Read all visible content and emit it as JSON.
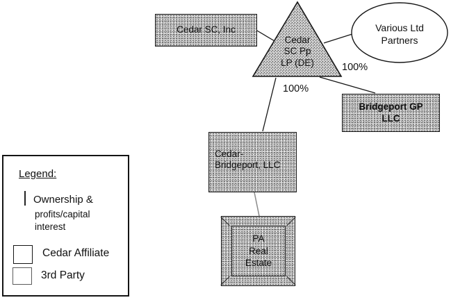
{
  "diagram": {
    "nodes": {
      "cedar_sc_inc": {
        "label": "Cedar SC, Inc",
        "shape": "rect",
        "fill": "shaded"
      },
      "cedar_sc_pp_lp": {
        "label": "Cedar\nSC Pp\nLP (DE)",
        "shape": "triangle",
        "fill": "shaded"
      },
      "various_ltd_partners": {
        "label": "Various Ltd\nPartners",
        "shape": "ellipse",
        "fill": "white"
      },
      "bridgeport_gp_llc": {
        "label": "Bridgeport GP\nLLC",
        "shape": "rect",
        "fill": "shaded"
      },
      "cedar_bridgeport_llc": {
        "label": "Cedar-\nBridgeport, LLC",
        "shape": "rect",
        "fill": "shaded"
      },
      "pa_real_estate": {
        "label": "PA\nReal\nEstate",
        "shape": "framed-box",
        "fill": "shaded"
      }
    },
    "edges": {
      "inc_to_lp": {
        "from": "cedar_sc_inc",
        "to": "cedar_sc_pp_lp",
        "label": ""
      },
      "lp_to_partners": {
        "from": "cedar_sc_pp_lp",
        "to": "various_ltd_partners",
        "label": ""
      },
      "lp_to_bridgeport_gp": {
        "from": "cedar_sc_pp_lp",
        "to": "bridgeport_gp_llc",
        "label": "100%"
      },
      "lp_to_cedar_bridgeport": {
        "from": "cedar_sc_pp_lp",
        "to": "cedar_bridgeport_llc",
        "label": "100%"
      },
      "cedar_bridgeport_to_pa": {
        "from": "cedar_bridgeport_llc",
        "to": "pa_real_estate",
        "label": ""
      }
    }
  },
  "legend": {
    "title": "Legend:",
    "ownership": {
      "symbol": "vertical-line-icon",
      "line1": "Ownership &",
      "rest": "profits/capital\ninterest"
    },
    "cedar_affiliate": {
      "symbol": "box-swatch",
      "label": "Cedar Affiliate"
    },
    "third_party": {
      "symbol": "box-swatch",
      "label": "3rd Party"
    }
  },
  "colors": {
    "background": "#ffffff",
    "shaded_fill": "#c9c9c9",
    "outline": "#000000"
  }
}
